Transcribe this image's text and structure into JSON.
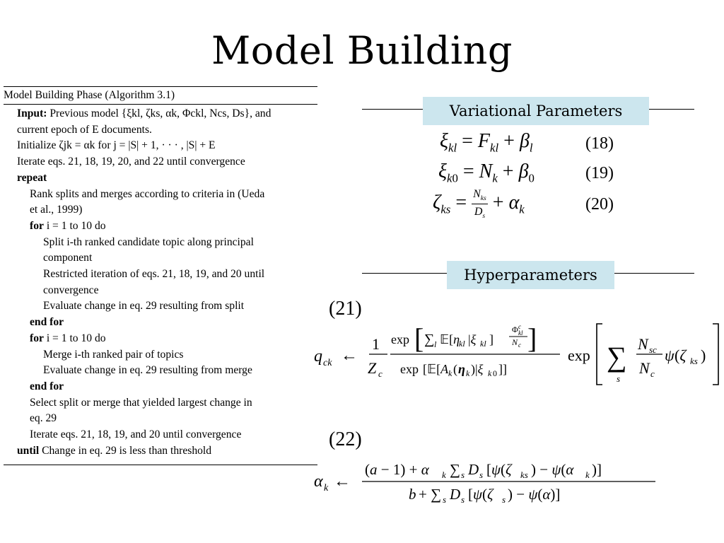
{
  "slide": {
    "title": "Model Building"
  },
  "algorithm": {
    "caption": "Model Building Phase (Algorithm 3.1)",
    "lines": [
      {
        "indent": 0,
        "kw": "Input:",
        "text": " Previous model {ξkl, ζks, αk, Φckl, Ncs, Ds}, and"
      },
      {
        "indent": 0,
        "kw": "",
        "text": "current epoch of E documents."
      },
      {
        "indent": 0,
        "kw": "",
        "text": "Initialize ζjk = αk for j = |S| + 1, · · · , |S| + E"
      },
      {
        "indent": 0,
        "kw": "",
        "text": "Iterate eqs. 21, 18, 19, 20, and 22 until convergence"
      },
      {
        "indent": 0,
        "kw": "repeat",
        "text": ""
      },
      {
        "indent": 1,
        "kw": "",
        "text": "Rank splits and merges according to criteria in (Ueda"
      },
      {
        "indent": 1,
        "kw": "",
        "text": "et al., 1999)"
      },
      {
        "indent": 1,
        "kw": "for",
        "text": " i = 1 to 10 do"
      },
      {
        "indent": 2,
        "kw": "",
        "text": "Split i-th ranked candidate topic along principal"
      },
      {
        "indent": 2,
        "kw": "",
        "text": "component"
      },
      {
        "indent": 2,
        "kw": "",
        "text": "Restricted iteration of eqs. 21, 18, 19, and 20 until"
      },
      {
        "indent": 2,
        "kw": "",
        "text": "convergence"
      },
      {
        "indent": 2,
        "kw": "",
        "text": "Evaluate change in eq. 29 resulting from split"
      },
      {
        "indent": 1,
        "kw": "end for",
        "text": ""
      },
      {
        "indent": 1,
        "kw": "for",
        "text": " i = 1 to 10 do"
      },
      {
        "indent": 2,
        "kw": "",
        "text": "Merge i-th ranked pair of topics"
      },
      {
        "indent": 2,
        "kw": "",
        "text": "Evaluate change in eq. 29 resulting from merge"
      },
      {
        "indent": 1,
        "kw": "end for",
        "text": ""
      },
      {
        "indent": 1,
        "kw": "",
        "text": "Select split or merge that yielded largest change in"
      },
      {
        "indent": 1,
        "kw": "",
        "text": "eq. 29"
      },
      {
        "indent": 1,
        "kw": "",
        "text": "Iterate eqs. 21, 18, 19, and 20 until convergence"
      },
      {
        "indent": 0,
        "kw": "until",
        "text": " Change in eq. 29 is less than threshold"
      }
    ]
  },
  "variational": {
    "heading": "Variational Parameters",
    "eq18": {
      "number": "(18)"
    },
    "eq19": {
      "number": "(19)"
    },
    "eq20": {
      "number": "(20)"
    }
  },
  "hyper": {
    "heading": "Hyperparameters",
    "eq21": {
      "number": "(21)"
    },
    "eq22": {
      "number": "(22)"
    }
  }
}
